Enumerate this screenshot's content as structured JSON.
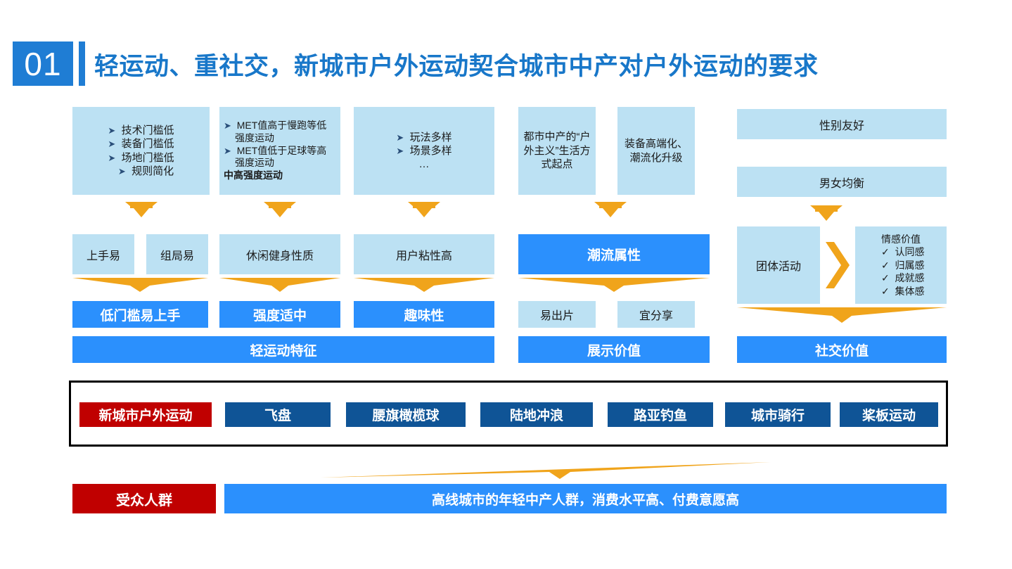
{
  "header": {
    "number": "01",
    "title": "轻运动、重社交，新城市户外运动契合城市中产对户外运动的要求"
  },
  "colors": {
    "accent_blue": "#1877c9",
    "bright_blue": "#2b90fd",
    "light_blue": "#bce1f3",
    "dark_blue": "#0f5496",
    "red": "#c00000",
    "orange": "#f0a41b",
    "black": "#000000"
  },
  "columns": {
    "light_sport": {
      "feature_card_1": {
        "items": [
          "技术门槛低",
          "装备门槛低",
          "场地门槛低",
          "规则简化"
        ],
        "bullet_icon": "chevron-right-bullet"
      },
      "feature_card_2": {
        "items": [
          "MET值高于慢跑等低强度运动",
          "MET值低于足球等高强度运动"
        ],
        "bullet_icon": "chevron-right-bullet",
        "emphasis": "中高强度运动"
      },
      "feature_card_3": {
        "items": [
          "玩法多样",
          "场景多样",
          "…"
        ],
        "bullet_icon": "chevron-right-bullet"
      },
      "mid_tiles": [
        "上手易",
        "组局易",
        "休闲健身性质",
        "用户粘性高"
      ],
      "result_tiles": [
        "低门槛易上手",
        "强度适中",
        "趣味性"
      ],
      "summary": "轻运动特征"
    },
    "display_value": {
      "top_cards": [
        "都市中产的“户外主义”生活方式起点",
        "装备高端化、潮流化升级"
      ],
      "mid_tile": "潮流属性",
      "result_tiles": [
        "易出片",
        "宜分享"
      ],
      "summary": "展示价值"
    },
    "social_value": {
      "top_cards": [
        "性别友好",
        "男女均衡"
      ],
      "group_tile": "团体活动",
      "emotion_card": {
        "heading": "情感价值",
        "items": [
          "认同感",
          "归属感",
          "成就感",
          "集体感"
        ],
        "bullet_icon": "check-bullet"
      },
      "summary": "社交价值"
    }
  },
  "sports_panel": {
    "highlight_tag": "新城市户外运动",
    "tags": [
      "飞盘",
      "腰旗橄榄球",
      "陆地冲浪",
      "路亚钓鱼",
      "城市骑行",
      "桨板运动"
    ]
  },
  "audience": {
    "label": "受众人群",
    "description": "高线城市的年轻中产人群，消费水平高、付费意愿高"
  }
}
